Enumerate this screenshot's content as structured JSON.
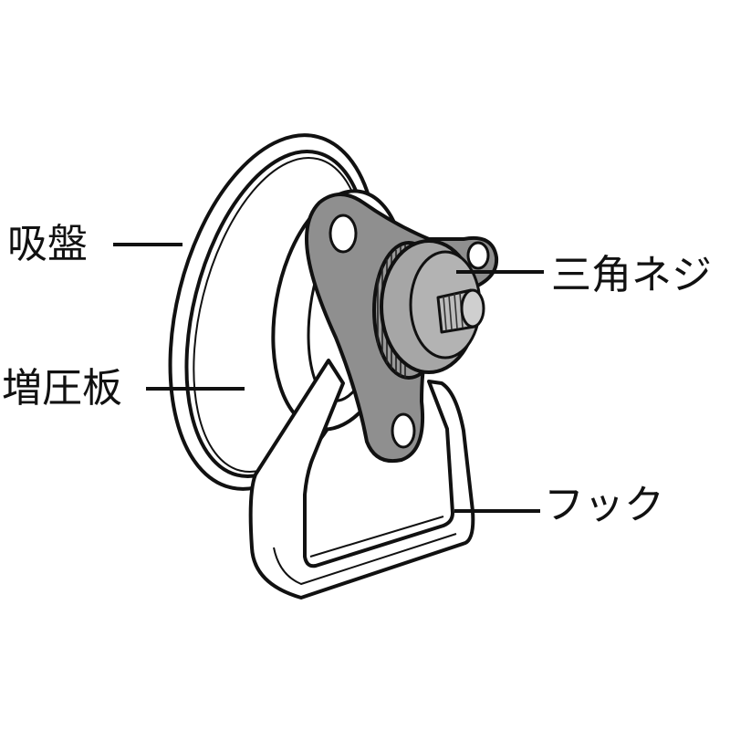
{
  "labels": {
    "suction_cup": "吸盤",
    "pressure_plate": "増圧板",
    "tripod_screw": "三角ネジ",
    "hook": "フック"
  },
  "colors": {
    "outline": "#111111",
    "cup_fill": "#ffffff",
    "plate_gray": "#8f8f8f",
    "knob_gray": "#9a9a9a",
    "stud_gray": "#bdbdbd"
  }
}
